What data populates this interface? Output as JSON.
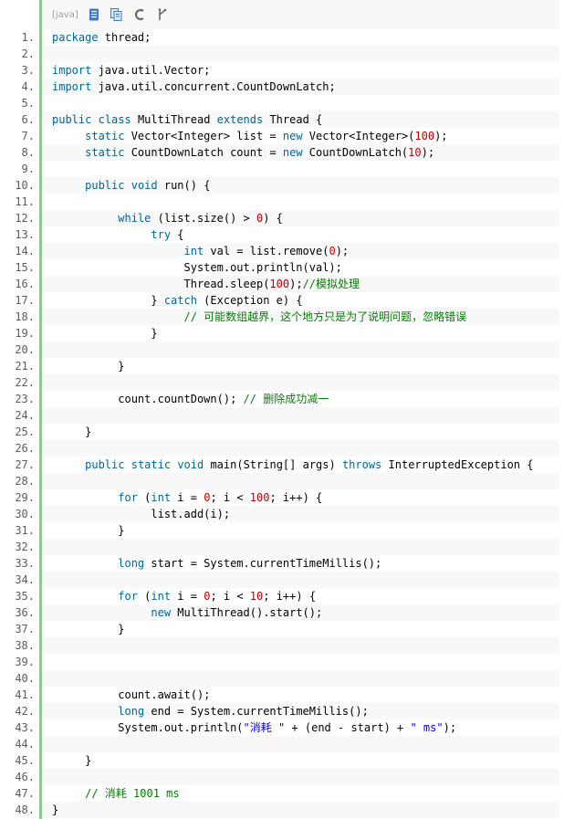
{
  "toolbar": {
    "language": "[java]",
    "icons": [
      "view-source-icon",
      "copy-icon",
      "print-icon",
      "about-icon"
    ]
  },
  "colors": {
    "keyword": "#006699",
    "number": "#c00000",
    "string": "#0000ff",
    "comment": "#008200",
    "line_number": "#5c5c5c",
    "gutter_bar": "#6ce26c",
    "alt_row": "#f8f8f8"
  },
  "code": {
    "lines": [
      {
        "n": "1.",
        "tokens": [
          {
            "t": "kw",
            "v": "package"
          },
          {
            "t": "plain",
            "v": " thread;"
          }
        ]
      },
      {
        "n": "2.",
        "tokens": []
      },
      {
        "n": "3.",
        "tokens": [
          {
            "t": "kw",
            "v": "import"
          },
          {
            "t": "plain",
            "v": " java.util.Vector;"
          }
        ]
      },
      {
        "n": "4.",
        "tokens": [
          {
            "t": "kw",
            "v": "import"
          },
          {
            "t": "plain",
            "v": " java.util.concurrent.CountDownLatch;"
          }
        ]
      },
      {
        "n": "5.",
        "tokens": []
      },
      {
        "n": "6.",
        "tokens": [
          {
            "t": "kw",
            "v": "public"
          },
          {
            "t": "plain",
            "v": " "
          },
          {
            "t": "kw",
            "v": "class"
          },
          {
            "t": "plain",
            "v": " MultiThread "
          },
          {
            "t": "kw",
            "v": "extends"
          },
          {
            "t": "plain",
            "v": " Thread {"
          }
        ]
      },
      {
        "n": "7.",
        "tokens": [
          {
            "t": "plain",
            "v": "     "
          },
          {
            "t": "kw",
            "v": "static"
          },
          {
            "t": "plain",
            "v": " Vector<Integer> list = "
          },
          {
            "t": "kw",
            "v": "new"
          },
          {
            "t": "plain",
            "v": " Vector<Integer>("
          },
          {
            "t": "num",
            "v": "100"
          },
          {
            "t": "plain",
            "v": ");"
          }
        ]
      },
      {
        "n": "8.",
        "tokens": [
          {
            "t": "plain",
            "v": "     "
          },
          {
            "t": "kw",
            "v": "static"
          },
          {
            "t": "plain",
            "v": " CountDownLatch count = "
          },
          {
            "t": "kw",
            "v": "new"
          },
          {
            "t": "plain",
            "v": " CountDownLatch("
          },
          {
            "t": "num",
            "v": "10"
          },
          {
            "t": "plain",
            "v": ");"
          }
        ]
      },
      {
        "n": "9.",
        "tokens": []
      },
      {
        "n": "10.",
        "tokens": [
          {
            "t": "plain",
            "v": "     "
          },
          {
            "t": "kw",
            "v": "public"
          },
          {
            "t": "plain",
            "v": " "
          },
          {
            "t": "kw",
            "v": "void"
          },
          {
            "t": "plain",
            "v": " run() {"
          }
        ]
      },
      {
        "n": "11.",
        "tokens": []
      },
      {
        "n": "12.",
        "tokens": [
          {
            "t": "plain",
            "v": "          "
          },
          {
            "t": "kw",
            "v": "while"
          },
          {
            "t": "plain",
            "v": " (list.size() > "
          },
          {
            "t": "num",
            "v": "0"
          },
          {
            "t": "plain",
            "v": ") {"
          }
        ]
      },
      {
        "n": "13.",
        "tokens": [
          {
            "t": "plain",
            "v": "               "
          },
          {
            "t": "kw",
            "v": "try"
          },
          {
            "t": "plain",
            "v": " {"
          }
        ]
      },
      {
        "n": "14.",
        "tokens": [
          {
            "t": "plain",
            "v": "                    "
          },
          {
            "t": "kw",
            "v": "int"
          },
          {
            "t": "plain",
            "v": " val = list.remove("
          },
          {
            "t": "num",
            "v": "0"
          },
          {
            "t": "plain",
            "v": ");"
          }
        ]
      },
      {
        "n": "15.",
        "tokens": [
          {
            "t": "plain",
            "v": "                    System.out.println(val);"
          }
        ]
      },
      {
        "n": "16.",
        "tokens": [
          {
            "t": "plain",
            "v": "                    Thread.sleep("
          },
          {
            "t": "num",
            "v": "100"
          },
          {
            "t": "plain",
            "v": ");"
          },
          {
            "t": "cmt",
            "v": "//模拟处理"
          }
        ]
      },
      {
        "n": "17.",
        "tokens": [
          {
            "t": "plain",
            "v": "               } "
          },
          {
            "t": "kw",
            "v": "catch"
          },
          {
            "t": "plain",
            "v": " (Exception e) {"
          }
        ]
      },
      {
        "n": "18.",
        "tokens": [
          {
            "t": "plain",
            "v": "                    "
          },
          {
            "t": "cmt",
            "v": "// 可能数组越界，这个地方只是为了说明问题，忽略错误"
          }
        ]
      },
      {
        "n": "19.",
        "tokens": [
          {
            "t": "plain",
            "v": "               }"
          }
        ]
      },
      {
        "n": "20.",
        "tokens": []
      },
      {
        "n": "21.",
        "tokens": [
          {
            "t": "plain",
            "v": "          }"
          }
        ]
      },
      {
        "n": "22.",
        "tokens": []
      },
      {
        "n": "23.",
        "tokens": [
          {
            "t": "plain",
            "v": "          count.countDown(); "
          },
          {
            "t": "cmt",
            "v": "// 删除成功减一"
          }
        ]
      },
      {
        "n": "24.",
        "tokens": []
      },
      {
        "n": "25.",
        "tokens": [
          {
            "t": "plain",
            "v": "     }"
          }
        ]
      },
      {
        "n": "26.",
        "tokens": []
      },
      {
        "n": "27.",
        "tokens": [
          {
            "t": "plain",
            "v": "     "
          },
          {
            "t": "kw",
            "v": "public"
          },
          {
            "t": "plain",
            "v": " "
          },
          {
            "t": "kw",
            "v": "static"
          },
          {
            "t": "plain",
            "v": " "
          },
          {
            "t": "kw",
            "v": "void"
          },
          {
            "t": "plain",
            "v": " main(String[] args) "
          },
          {
            "t": "kw",
            "v": "throws"
          },
          {
            "t": "plain",
            "v": " InterruptedException {"
          }
        ]
      },
      {
        "n": "28.",
        "tokens": []
      },
      {
        "n": "29.",
        "tokens": [
          {
            "t": "plain",
            "v": "          "
          },
          {
            "t": "kw",
            "v": "for"
          },
          {
            "t": "plain",
            "v": " ("
          },
          {
            "t": "kw",
            "v": "int"
          },
          {
            "t": "plain",
            "v": " i = "
          },
          {
            "t": "num",
            "v": "0"
          },
          {
            "t": "plain",
            "v": "; i < "
          },
          {
            "t": "num",
            "v": "100"
          },
          {
            "t": "plain",
            "v": "; i++) {"
          }
        ]
      },
      {
        "n": "30.",
        "tokens": [
          {
            "t": "plain",
            "v": "               list.add(i);"
          }
        ]
      },
      {
        "n": "31.",
        "tokens": [
          {
            "t": "plain",
            "v": "          }"
          }
        ]
      },
      {
        "n": "32.",
        "tokens": []
      },
      {
        "n": "33.",
        "tokens": [
          {
            "t": "plain",
            "v": "          "
          },
          {
            "t": "kw",
            "v": "long"
          },
          {
            "t": "plain",
            "v": " start = System.currentTimeMillis();"
          }
        ]
      },
      {
        "n": "34.",
        "tokens": []
      },
      {
        "n": "35.",
        "tokens": [
          {
            "t": "plain",
            "v": "          "
          },
          {
            "t": "kw",
            "v": "for"
          },
          {
            "t": "plain",
            "v": " ("
          },
          {
            "t": "kw",
            "v": "int"
          },
          {
            "t": "plain",
            "v": " i = "
          },
          {
            "t": "num",
            "v": "0"
          },
          {
            "t": "plain",
            "v": "; i < "
          },
          {
            "t": "num",
            "v": "10"
          },
          {
            "t": "plain",
            "v": "; i++) {"
          }
        ]
      },
      {
        "n": "36.",
        "tokens": [
          {
            "t": "plain",
            "v": "               "
          },
          {
            "t": "kw",
            "v": "new"
          },
          {
            "t": "plain",
            "v": " MultiThread().start();"
          }
        ]
      },
      {
        "n": "37.",
        "tokens": [
          {
            "t": "plain",
            "v": "          }"
          }
        ]
      },
      {
        "n": "38.",
        "tokens": []
      },
      {
        "n": "39.",
        "tokens": []
      },
      {
        "n": "40.",
        "tokens": []
      },
      {
        "n": "41.",
        "tokens": [
          {
            "t": "plain",
            "v": "          count.await();"
          }
        ]
      },
      {
        "n": "42.",
        "tokens": [
          {
            "t": "plain",
            "v": "          "
          },
          {
            "t": "kw",
            "v": "long"
          },
          {
            "t": "plain",
            "v": " end = System.currentTimeMillis();"
          }
        ]
      },
      {
        "n": "43.",
        "tokens": [
          {
            "t": "plain",
            "v": "          System.out.println("
          },
          {
            "t": "str",
            "v": "\"消耗 \""
          },
          {
            "t": "plain",
            "v": " + (end - start) + "
          },
          {
            "t": "str",
            "v": "\" ms\""
          },
          {
            "t": "plain",
            "v": ");"
          }
        ]
      },
      {
        "n": "44.",
        "tokens": []
      },
      {
        "n": "45.",
        "tokens": [
          {
            "t": "plain",
            "v": "     }"
          }
        ]
      },
      {
        "n": "46.",
        "tokens": []
      },
      {
        "n": "47.",
        "tokens": [
          {
            "t": "plain",
            "v": "     "
          },
          {
            "t": "cmt",
            "v": "// 消耗 1001 ms"
          }
        ]
      },
      {
        "n": "48.",
        "tokens": [
          {
            "t": "plain",
            "v": "}"
          }
        ]
      }
    ]
  }
}
